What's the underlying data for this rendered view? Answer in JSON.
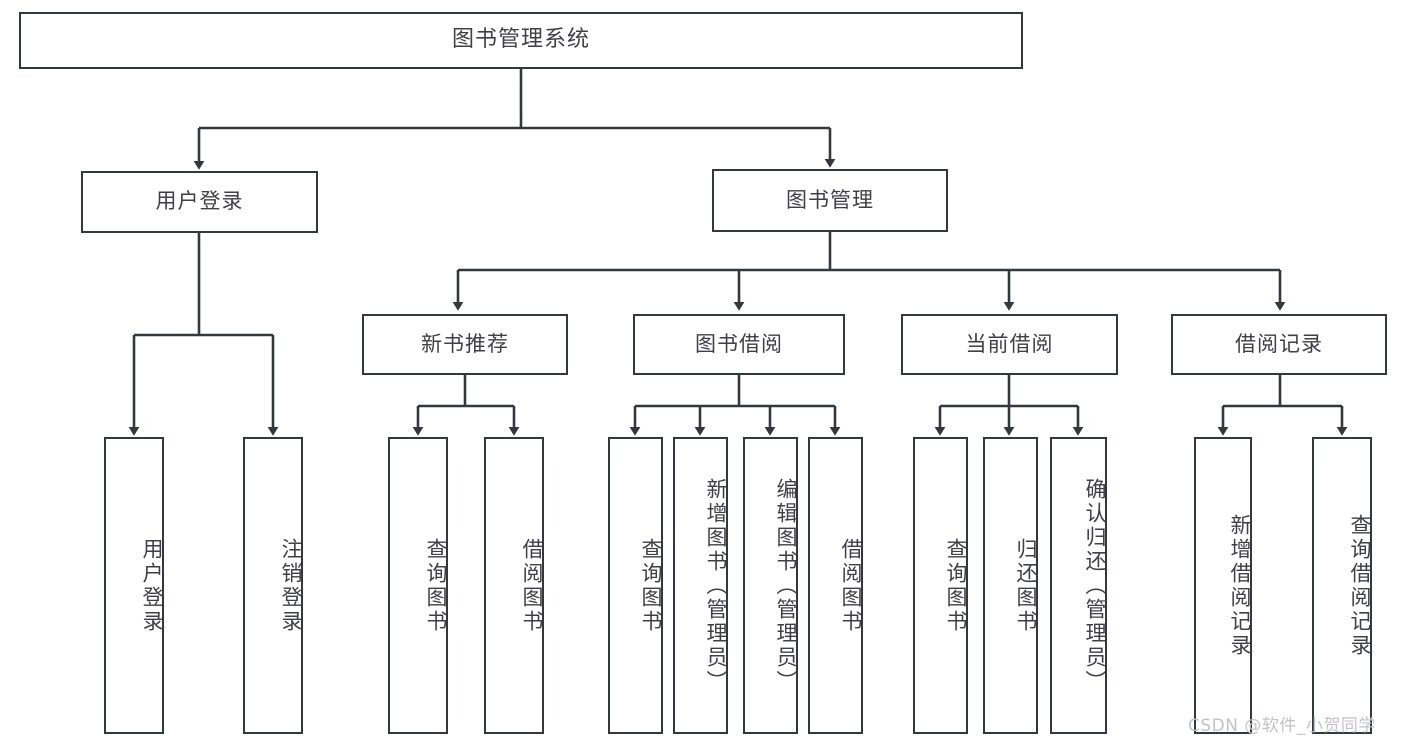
{
  "diagram": {
    "title": "图书管理系统",
    "type": "tree-hierarchy-chart",
    "root": {
      "label": "图书管理系统"
    },
    "level2": [
      {
        "label": "用户登录"
      },
      {
        "label": "图书管理"
      }
    ],
    "level3": [
      {
        "label": "新书推荐"
      },
      {
        "label": "图书借阅"
      },
      {
        "label": "当前借阅"
      },
      {
        "label": "借阅记录"
      }
    ],
    "leaves": [
      {
        "label": "用户登录",
        "parent": "用户登录"
      },
      {
        "label": "注销登录",
        "parent": "用户登录"
      },
      {
        "label": "查询图书",
        "parent": "新书推荐"
      },
      {
        "label": "借阅图书",
        "parent": "新书推荐"
      },
      {
        "label": "查询图书",
        "parent": "图书借阅"
      },
      {
        "label": "新增图书（管理员）",
        "parent": "图书借阅"
      },
      {
        "label": "编辑图书（管理员）",
        "parent": "图书借阅"
      },
      {
        "label": "借阅图书",
        "parent": "图书借阅"
      },
      {
        "label": "查询图书",
        "parent": "当前借阅"
      },
      {
        "label": "归还图书",
        "parent": "当前借阅"
      },
      {
        "label": "确认归还（管理员）",
        "parent": "当前借阅"
      },
      {
        "label": "新增借阅记录",
        "parent": "借阅记录"
      },
      {
        "label": "查询借阅记录",
        "parent": "借阅记录"
      }
    ],
    "watermark": "CSDN @软件_小贺同学",
    "colors": {
      "stroke": "#33383d",
      "text": "#3f3f46",
      "background": "#ffffff",
      "watermark": "#c3c3c6"
    }
  }
}
